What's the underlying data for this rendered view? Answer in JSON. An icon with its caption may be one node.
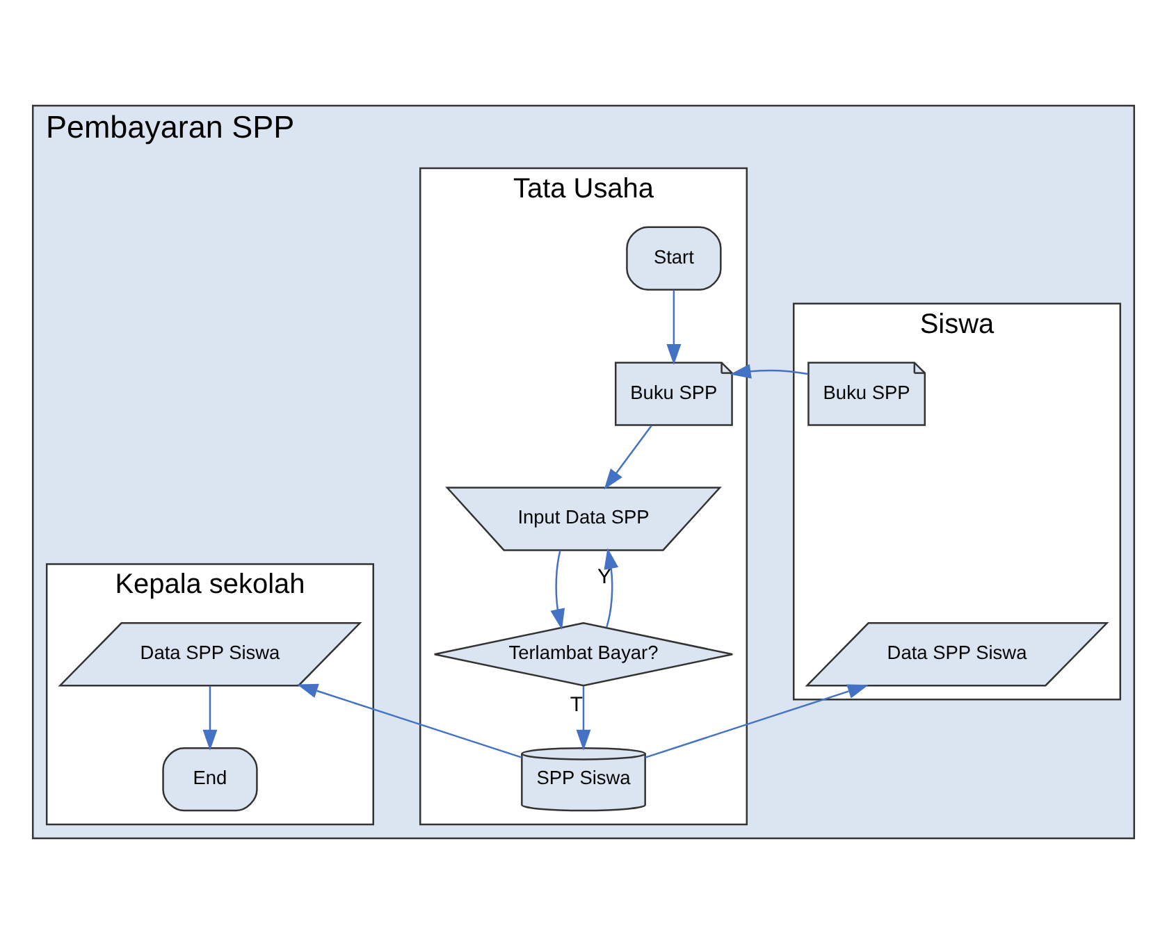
{
  "diagram": {
    "nodes": [
      {
        "text": [
          "Pembayaran SPP"
        ]
      },
      {
        "text": [
          "Siswa"
        ],
        "in": 0
      },
      {
        "text": [
          "Tata Usaha"
        ],
        "in": 0
      },
      {
        "text": [
          "Kepala sekolah"
        ],
        "in": 0
      },
      {
        "text": [
          "Start"
        ],
        "in": 2
      },
      {
        "text": [
          "Buku SPP"
        ],
        "in": 1
      },
      {
        "text": [
          "Buku SPP"
        ],
        "in": 2
      },
      {
        "text": [
          "Input Data SPP"
        ],
        "in": 2
      },
      {
        "text": [
          "Data SPP Siswa"
        ],
        "in": 1
      },
      {
        "text": [
          "Terlambat Bayar?"
        ],
        "in": 2
      },
      {
        "text": [
          "Data SPP Siswa"
        ],
        "in": 3
      },
      {
        "text": [
          "SPP Siswa"
        ],
        "in": 2
      },
      {
        "text": [
          "End"
        ],
        "in": 3
      }
    ],
    "edges": [
      {
        "from": 4,
        "to": 6,
        "arrow": "to"
      },
      {
        "from": 5,
        "to": 6,
        "arrow": "to"
      },
      {
        "from": 6,
        "to": 7,
        "arrow": "to"
      },
      {
        "from": 7,
        "to": 9,
        "arrow": "to"
      },
      {
        "from": 9,
        "to": 7,
        "arrow": "to",
        "label": "Y"
      },
      {
        "from": 9,
        "to": 11,
        "arrow": "to",
        "label": "T"
      },
      {
        "from": 11,
        "to": 8,
        "arrow": "to"
      },
      {
        "from": 11,
        "to": 10,
        "arrow": "to"
      },
      {
        "from": 10,
        "to": 12,
        "arrow": "to"
      }
    ]
  }
}
